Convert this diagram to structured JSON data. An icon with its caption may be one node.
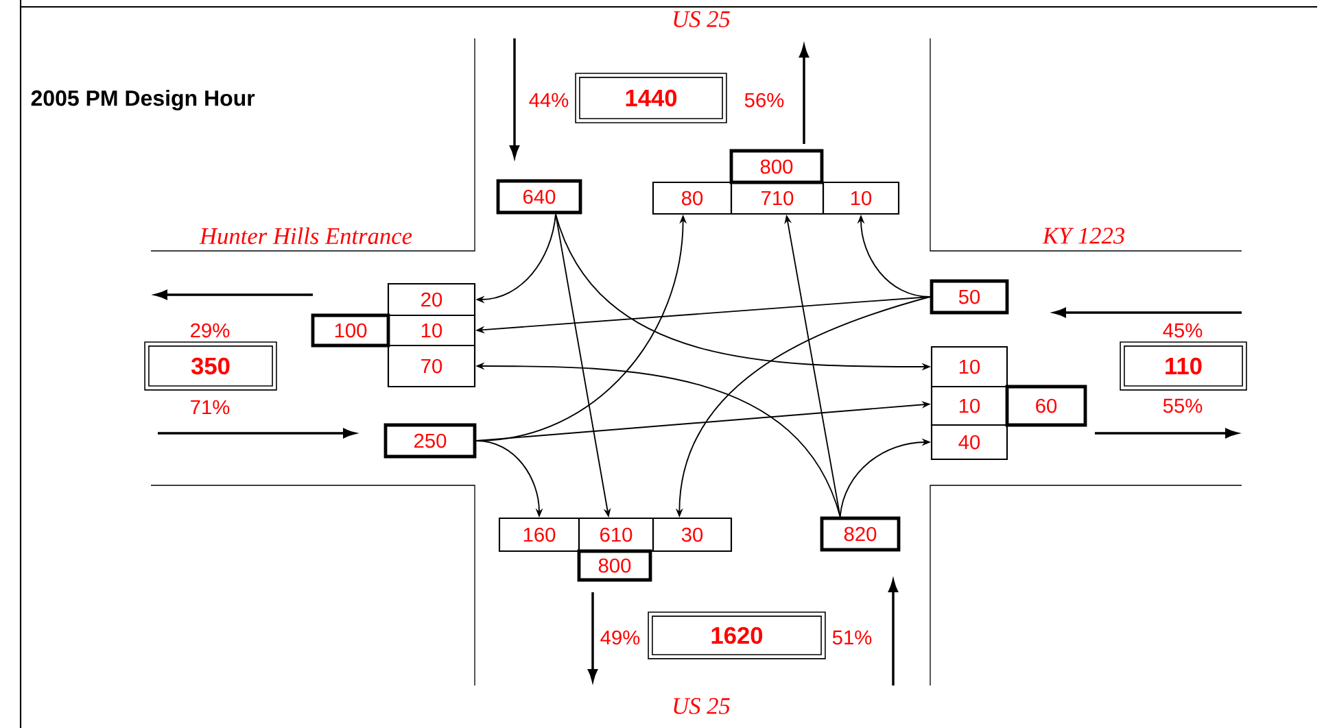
{
  "diagram": {
    "title": "2005 PM Design Hour",
    "nodes": [
      {
        "text": [
          "1440"
        ],
        "beside": [
          "44%",
          "56%"
        ]
      },
      {
        "text": [
          "800"
        ]
      },
      {
        "text": [
          "640"
        ]
      },
      {
        "text": [
          "80"
        ]
      },
      {
        "text": [
          "710"
        ]
      },
      {
        "text": [
          "10"
        ]
      },
      {
        "text": [
          "50"
        ]
      },
      {
        "text": [
          "20"
        ]
      },
      {
        "text": [
          "100"
        ]
      },
      {
        "text": [
          "10"
        ]
      },
      {
        "text": [
          "350"
        ],
        "beside": [
          "29%",
          "71%"
        ]
      },
      {
        "text": [
          "110"
        ],
        "beside": [
          "45%",
          "55%"
        ]
      },
      {
        "text": [
          "70"
        ]
      },
      {
        "text": [
          "10"
        ]
      },
      {
        "text": [
          "10"
        ]
      },
      {
        "text": [
          "60"
        ]
      },
      {
        "text": [
          "250"
        ]
      },
      {
        "text": [
          "40"
        ]
      },
      {
        "text": [
          "160"
        ]
      },
      {
        "text": [
          "610"
        ]
      },
      {
        "text": [
          "30"
        ]
      },
      {
        "text": [
          "820"
        ]
      },
      {
        "text": [
          "800"
        ]
      },
      {
        "text": [
          "1620"
        ],
        "beside": [
          "49%",
          "51%"
        ]
      }
    ],
    "edges": [
      {
        "from": 2,
        "to": 7,
        "arrow": "to"
      },
      {
        "from": 2,
        "to": 19,
        "arrow": "to"
      },
      {
        "from": 2,
        "to": 13,
        "arrow": "to"
      },
      {
        "from": 16,
        "to": 18,
        "arrow": "to"
      },
      {
        "from": 16,
        "to": 14,
        "arrow": "to"
      },
      {
        "from": 16,
        "to": 3,
        "arrow": "to"
      },
      {
        "from": 21,
        "to": 12,
        "arrow": "to"
      },
      {
        "from": 21,
        "to": 4,
        "arrow": "to"
      },
      {
        "from": 21,
        "to": 17,
        "arrow": "to"
      },
      {
        "from": 6,
        "to": 5,
        "arrow": "to"
      },
      {
        "from": 6,
        "to": 9,
        "arrow": "to"
      },
      {
        "from": 6,
        "to": 20,
        "arrow": "to"
      }
    ],
    "labels": [
      "US 25",
      "Hunter Hills Entrance",
      "KY 1223",
      "US 25"
    ]
  }
}
